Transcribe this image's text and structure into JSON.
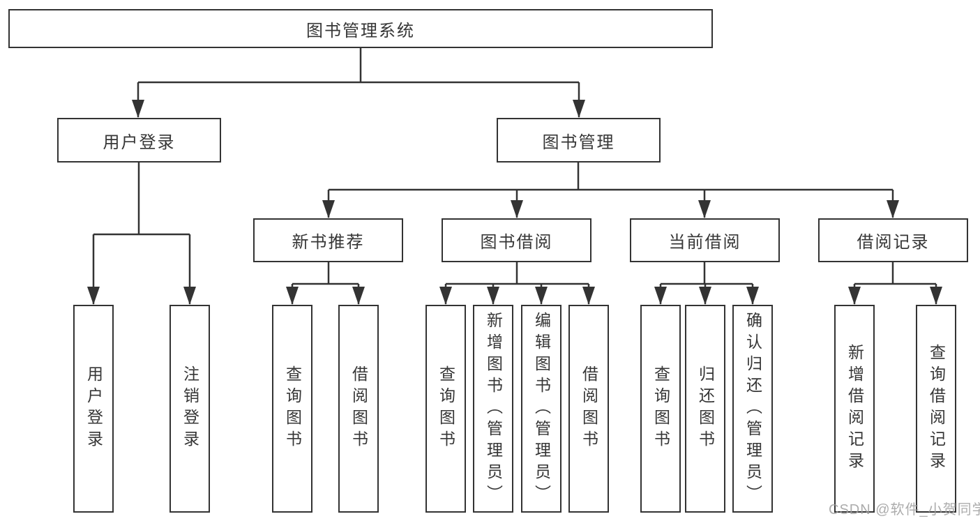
{
  "colors": {
    "background": "#ffffff",
    "line": "#333333",
    "box_border": "#333333",
    "text": "#363636",
    "watermark": "#9e9e9e"
  },
  "tree": {
    "label": "图书管理系统",
    "children": [
      {
        "label": "用户登录",
        "children": [
          {
            "label": "用户登录"
          },
          {
            "label": "注销登录"
          }
        ]
      },
      {
        "label": "图书管理",
        "children": [
          {
            "label": "新书推荐",
            "children": [
              {
                "label": "查询图书"
              },
              {
                "label": "借阅图书"
              }
            ]
          },
          {
            "label": "图书借阅",
            "children": [
              {
                "label": "查询图书"
              },
              {
                "label": "新增图书（管理员）"
              },
              {
                "label": "编辑图书（管理员）"
              },
              {
                "label": "借阅图书"
              }
            ]
          },
          {
            "label": "当前借阅",
            "children": [
              {
                "label": "查询图书"
              },
              {
                "label": "归还图书"
              },
              {
                "label": "确认归还（管理员）"
              }
            ]
          },
          {
            "label": "借阅记录",
            "children": [
              {
                "label": "新增借阅记录"
              },
              {
                "label": "查询借阅记录"
              }
            ]
          }
        ]
      }
    ]
  },
  "watermark": {
    "text": "CSDN @软件_小贺同学"
  }
}
